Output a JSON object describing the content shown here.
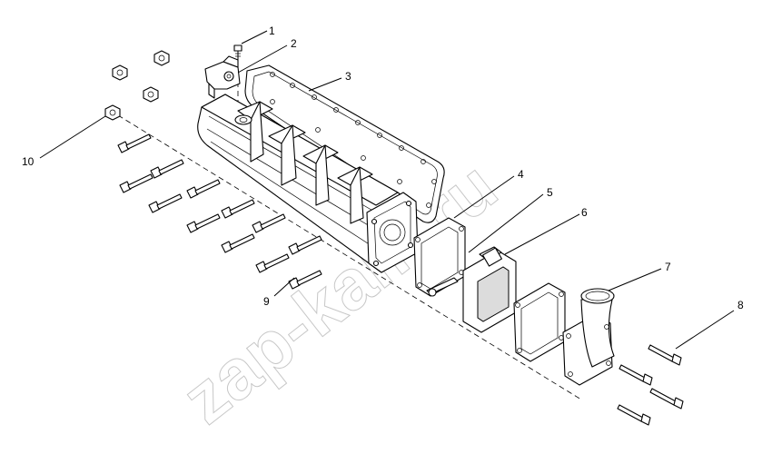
{
  "callouts": [
    {
      "id": "1",
      "label": "1"
    },
    {
      "id": "2",
      "label": "2"
    },
    {
      "id": "3",
      "label": "3"
    },
    {
      "id": "4",
      "label": "4"
    },
    {
      "id": "5",
      "label": "5"
    },
    {
      "id": "6",
      "label": "6"
    },
    {
      "id": "7",
      "label": "7"
    },
    {
      "id": "8",
      "label": "8"
    },
    {
      "id": "9",
      "label": "9"
    },
    {
      "id": "10",
      "label": "10"
    }
  ],
  "watermark": "zap-kam.ru",
  "colors": {
    "line": "#000000",
    "background": "#ffffff",
    "watermark": "#9a9a9a"
  }
}
